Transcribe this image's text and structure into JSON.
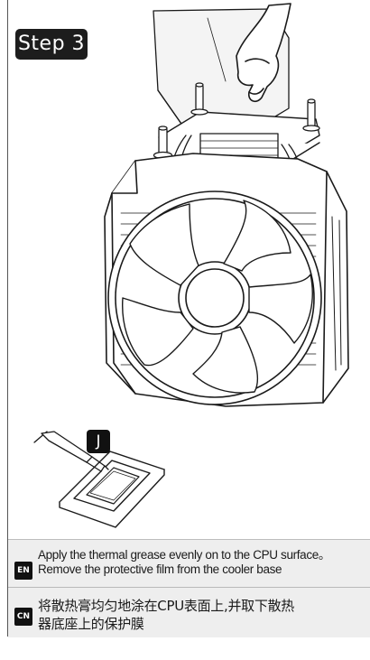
{
  "step": {
    "label": "Step 3"
  },
  "part_badge": {
    "label": "J"
  },
  "instructions": {
    "en": {
      "lang": "EN",
      "lines": [
        "Apply the thermal grease evenly on to the CPU surface。",
        "Remove the protective film from the cooler base"
      ]
    },
    "cn": {
      "lang": "CN",
      "lines": [
        "将散热膏均匀地涂在CPU表面上,并取下散热",
        "器底座上的保护膜"
      ]
    }
  },
  "colors": {
    "badge_bg": "#1d1d1d",
    "panel_bg": "#eeeeee"
  }
}
